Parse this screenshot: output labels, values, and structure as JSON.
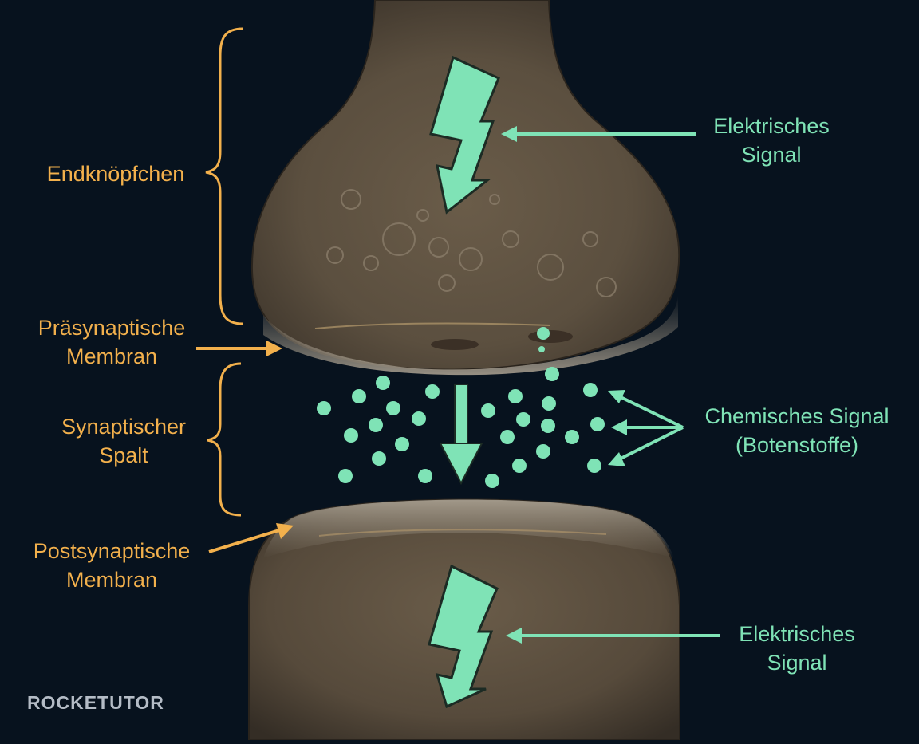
{
  "colors": {
    "background": "#07121e",
    "label_orange": "#f2b04c",
    "signal_green": "#7fe3b6",
    "neuron_tissue": "#6e6150"
  },
  "labels": {
    "endknopfchen": "Endknöpfchen",
    "prasynaptische": {
      "line1": "Präsynaptische",
      "line2": "Membran"
    },
    "spalt": {
      "line1": "Synaptischer",
      "line2": "Spalt"
    },
    "postsynaptische": {
      "line1": "Postsynaptische",
      "line2": "Membran"
    },
    "elektrisch_oben": {
      "line1": "Elektrisches",
      "line2": "Signal"
    },
    "chemisch": {
      "line1": "Chemisches Signal",
      "line2": "(Botenstoffe)"
    },
    "elektrisch_unten": {
      "line1": "Elektrisches",
      "line2": "Signal"
    }
  },
  "icons": [
    "lightning-bolt-icon",
    "lightning-bolt-icon",
    "down-arrow-icon"
  ],
  "logo": {
    "text": "ROCKETUTOR"
  }
}
